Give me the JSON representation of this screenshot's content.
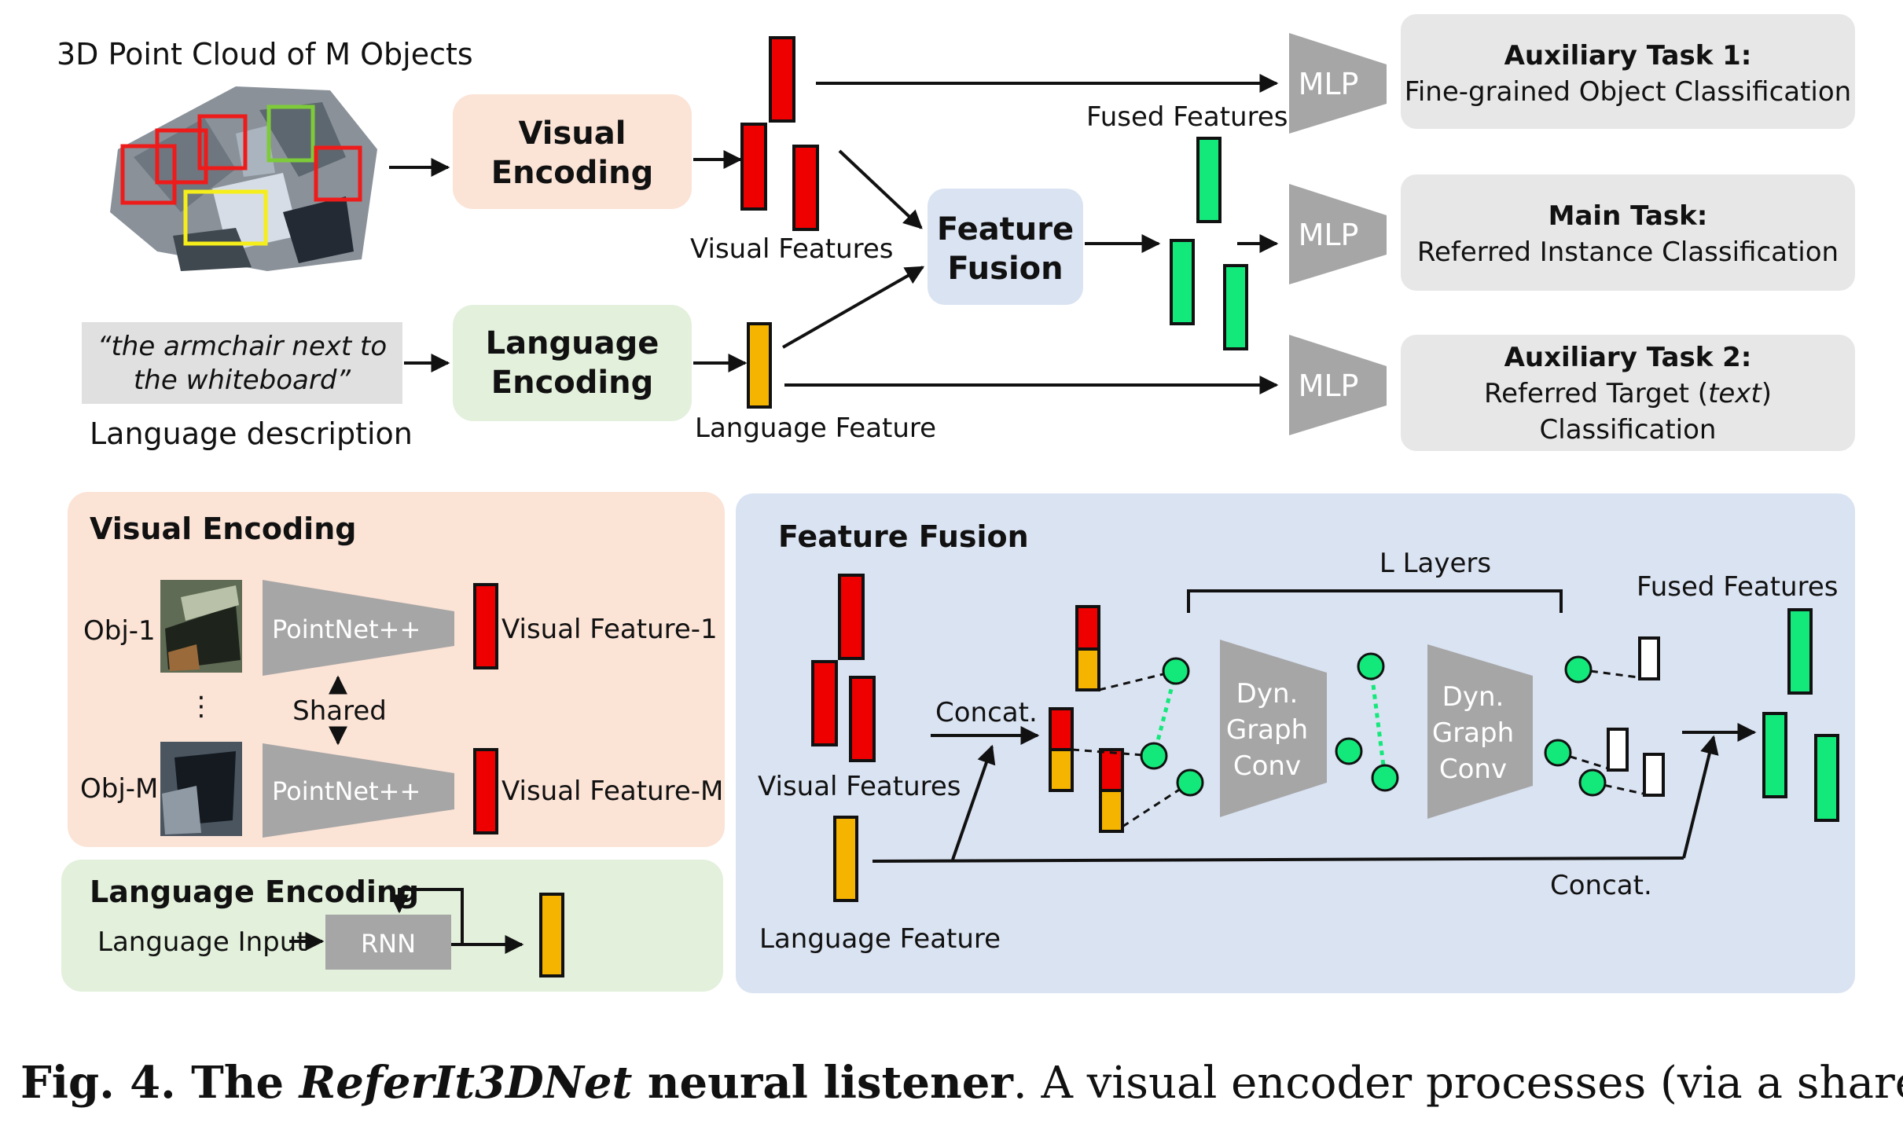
{
  "top": {
    "pointcloud_label": "3D Point Cloud of M Objects",
    "visual_encoding": [
      "Visual",
      "Encoding"
    ],
    "language_encoding": [
      "Language",
      "Encoding"
    ],
    "feature_fusion": [
      "Feature",
      "Fusion"
    ],
    "quote": [
      "“the armchair next to",
      "the whiteboard”"
    ],
    "language_description": "Language description",
    "visual_features": "Visual Features",
    "language_feature": "Language Feature",
    "fused_features": "Fused Features",
    "mlp": "MLP",
    "aux1": {
      "title": "Auxiliary Task 1:",
      "lines": [
        "Fine-grained Object Classification"
      ]
    },
    "main": {
      "title": "Main Task:",
      "lines": [
        "Referred Instance Classification"
      ]
    },
    "aux2": {
      "title": "Auxiliary Task 2:",
      "line_pre": "Referred Target (",
      "line_italic": "text",
      "line_post": ")",
      "line2": "Classification"
    }
  },
  "visual_encoding_panel": {
    "title": "Visual Encoding",
    "obj1": "Obj-1",
    "objm": "Obj-M",
    "dots": "⋮",
    "pointnet": "PointNet++",
    "shared": "Shared",
    "vf1": "Visual Feature-1",
    "vfm": "Visual Feature-M"
  },
  "language_encoding_panel": {
    "title": "Language Encoding",
    "input": "Language Input",
    "rnn": "RNN"
  },
  "fusion_panel": {
    "title": "Feature Fusion",
    "l_layers": "L Layers",
    "fused_features": "Fused Features",
    "concat": "Concat.",
    "visual_features": "Visual Features",
    "language_feature": "Language Feature",
    "dgc": [
      "Dyn.",
      "Graph",
      "Conv"
    ]
  },
  "caption": {
    "fig": "Fig. 4. The ",
    "name": "ReferIt3DNet",
    "bold_rest": " neural listener",
    "rest": ". A visual encoder processes (via a shared"
  },
  "colors": {
    "red": "#ee0000",
    "orange": "#f4b400",
    "green": "#13e87a",
    "gray": "#a6a6a6",
    "peach": "#fbe3d6",
    "mint": "#e3f0dc",
    "lavender": "#dae3f2",
    "taskbox": "#e7e7e7",
    "quotebox": "#e0e0e0"
  }
}
